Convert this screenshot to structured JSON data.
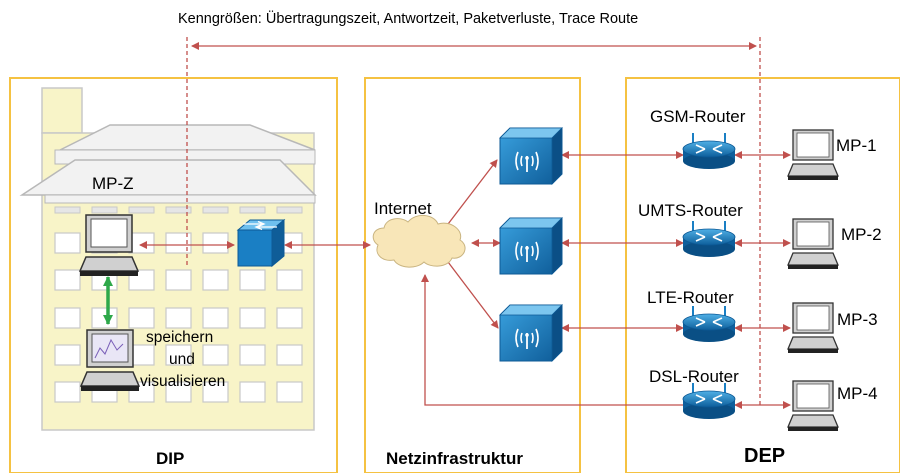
{
  "header": {
    "metrics": "Kenngrößen: Übertragungszeit, Antwortzeit, Paketverluste, Trace Route"
  },
  "zones": {
    "dip": "DIP",
    "net": "Netzinfrastruktur",
    "dep": "DEP"
  },
  "nodes": {
    "mp_z": "MP-Z",
    "store": [
      "speichern",
      "und",
      "visualisieren"
    ],
    "internet": "Internet",
    "routers": [
      "GSM-Router",
      "UMTS-Router",
      "LTE-Router",
      "DSL-Router"
    ],
    "mps": [
      "MP-1",
      "MP-2",
      "MP-3",
      "MP-4"
    ]
  },
  "colors": {
    "zone_border": "#f5c242",
    "building_fill": "#f8f4c8",
    "arrow_red": "#c0504d",
    "arrow_green": "#2ea84a",
    "device_blue": "#1a7fc4",
    "cloud": "#f8e6b8"
  }
}
